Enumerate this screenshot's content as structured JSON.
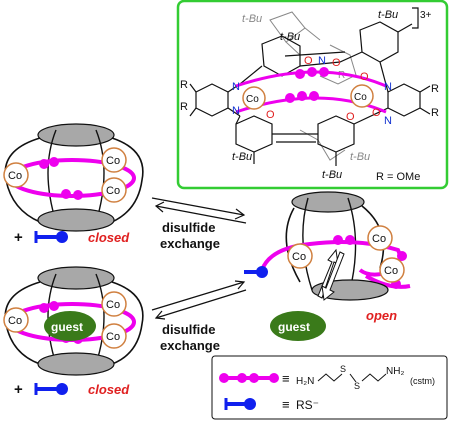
{
  "inset": {
    "tbu": "t-Bu",
    "charge": "3+",
    "r": "R",
    "o": "O",
    "n": "N",
    "co": "Co",
    "r_def": "R = OMe"
  },
  "cage_labels": {
    "co": "Co",
    "guest": "guest",
    "closed": "closed",
    "open": "open",
    "plus": "+"
  },
  "reaction": {
    "line1": "disulfide",
    "line2": "exchange"
  },
  "legend": {
    "equiv": "≡",
    "h2n": "H₂N",
    "s": "S",
    "nh2": "NH₂",
    "cstm": "(cstm)",
    "rs": "RS⁻"
  },
  "colors": {
    "magenta": "#ee00ee",
    "blue": "#1020ee",
    "green_frame": "#33cc33",
    "guest": "#3a7a1a",
    "co_ring": "#d08040",
    "closed_text": "#e02020",
    "ligand_red": "#e02020",
    "ligand_blue": "#1030d0",
    "gray_disc": "#a8a8a8"
  }
}
